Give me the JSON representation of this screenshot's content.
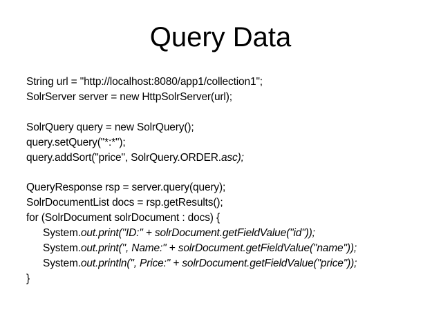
{
  "slide": {
    "title": "Query Data",
    "background_color": "#ffffff",
    "text_color": "#000000"
  },
  "code": {
    "lines": [
      {
        "indent": 0,
        "segments": [
          {
            "style": "normal",
            "text": "String url = \"http://localhost:8080/app1/collection1\";"
          }
        ]
      },
      {
        "indent": 0,
        "segments": [
          {
            "style": "normal",
            "text": "SolrServer server = new HttpSolrServer(url);"
          }
        ]
      },
      {
        "indent": 0,
        "segments": []
      },
      {
        "indent": 0,
        "segments": [
          {
            "style": "normal",
            "text": "SolrQuery query = new SolrQuery();"
          }
        ]
      },
      {
        "indent": 0,
        "segments": [
          {
            "style": "normal",
            "text": "query.setQuery(\"*:*\");"
          }
        ]
      },
      {
        "indent": 0,
        "segments": [
          {
            "style": "normal",
            "text": "query.addSort(\"price\", SolrQuery.ORDER."
          },
          {
            "style": "italic",
            "text": "asc);"
          }
        ]
      },
      {
        "indent": 0,
        "segments": []
      },
      {
        "indent": 0,
        "segments": [
          {
            "style": "normal",
            "text": "QueryResponse rsp = server.query(query);"
          }
        ]
      },
      {
        "indent": 0,
        "segments": [
          {
            "style": "normal",
            "text": "SolrDocumentList docs = rsp.getResults();"
          }
        ]
      },
      {
        "indent": 0,
        "segments": [
          {
            "style": "normal",
            "text": "for (SolrDocument solrDocument : docs) {"
          }
        ]
      },
      {
        "indent": 1,
        "segments": [
          {
            "style": "normal",
            "text": "System."
          },
          {
            "style": "italic",
            "text": "out.print(\"ID:\" + solrDocument.getFieldValue(\"id\"));"
          }
        ]
      },
      {
        "indent": 1,
        "segments": [
          {
            "style": "normal",
            "text": "System."
          },
          {
            "style": "italic",
            "text": "out.print(\", Name:\" + solrDocument.getFieldValue(\"name\"));"
          }
        ]
      },
      {
        "indent": 1,
        "segments": [
          {
            "style": "normal",
            "text": "System."
          },
          {
            "style": "italic",
            "text": "out.println(\", Price:\" + solrDocument.getFieldValue(\"price\"));"
          }
        ]
      },
      {
        "indent": 0,
        "segments": [
          {
            "style": "normal",
            "text": "}"
          }
        ]
      }
    ]
  }
}
